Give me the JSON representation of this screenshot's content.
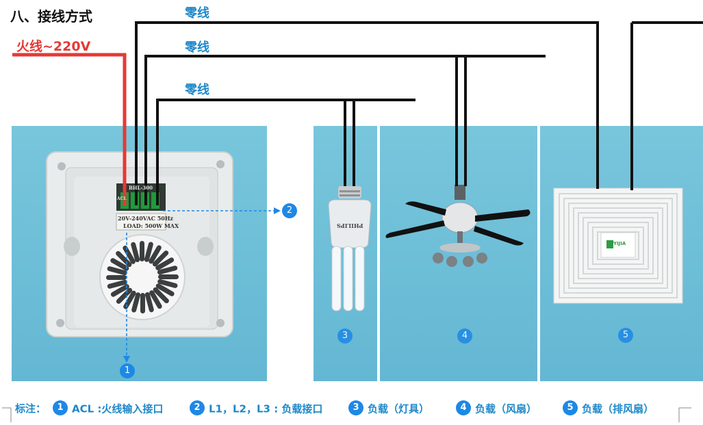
{
  "title": "八、接线方式",
  "live_wire_label": "火线~220V",
  "neutral_labels": [
    "零线",
    "零线",
    "零线"
  ],
  "device": {
    "model": "BHL-300",
    "rating_line1": "20V-240VAC 50Hz",
    "rating_line2": "LOAD: 500W MAX",
    "terminal_label": "ACL"
  },
  "bulb_brand": "PHILIPS",
  "fan_brand": "YIJIA",
  "badges": [
    "1",
    "2",
    "3",
    "4",
    "5"
  ],
  "legend": {
    "prefix": "标注：",
    "items": [
      {
        "num": "1",
        "text": "ACL :火线输入接口"
      },
      {
        "num": "2",
        "text": "L1，L2，L3 : 负载接口"
      },
      {
        "num": "3",
        "text": "负载（灯具）"
      },
      {
        "num": "4",
        "text": "负载（风扇）"
      },
      {
        "num": "5",
        "text": "负载（排风扇）"
      }
    ]
  },
  "colors": {
    "live": "#e53935",
    "neutral": "#111111",
    "accent": "#1e88c9",
    "badge": "#1e88e5",
    "panel": "#6fbfd8"
  }
}
